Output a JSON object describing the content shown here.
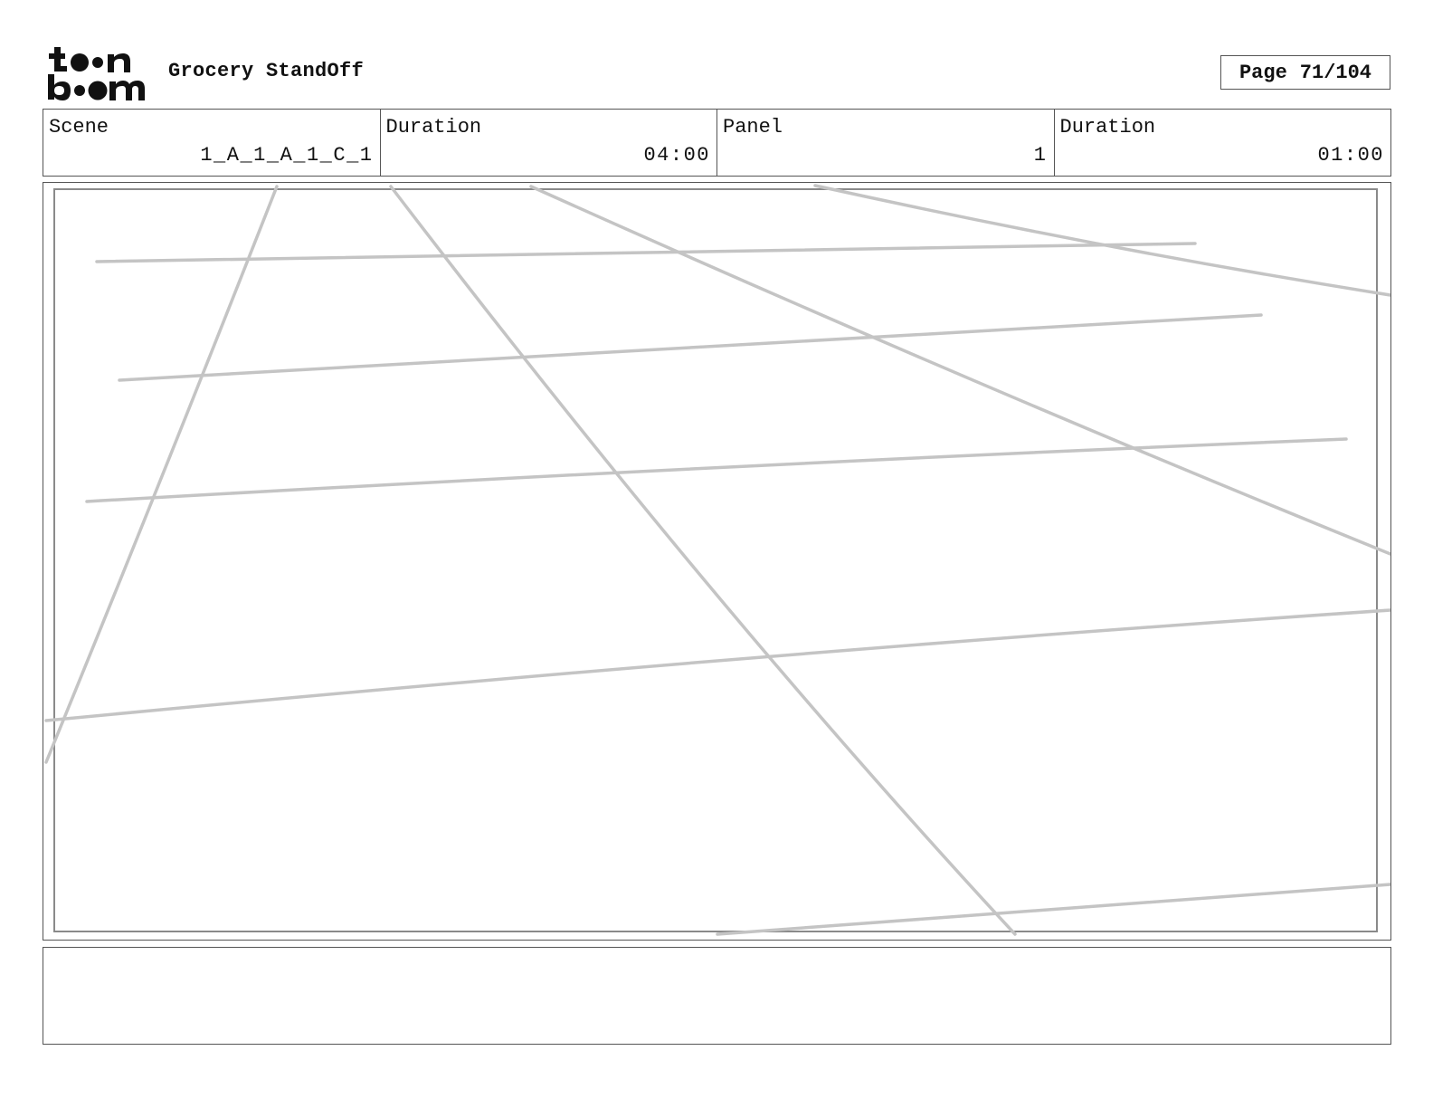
{
  "header": {
    "logo_icon": "toon-boom-logo-icon",
    "project_title": "Grocery StandOff",
    "page_label": "Page",
    "page_number": "71/104"
  },
  "info": {
    "scene_label": "Scene",
    "scene_value": "1_A_1_A_1_C_1",
    "scene_duration_label": "Duration",
    "scene_duration_value": "04:00",
    "panel_label": "Panel",
    "panel_value": "1",
    "panel_duration_label": "Duration",
    "panel_duration_value": "01:00"
  },
  "colors": {
    "sketch_stroke": "#c4c4c4",
    "border": "#555555",
    "safe_frame": "#8a8a8a"
  }
}
